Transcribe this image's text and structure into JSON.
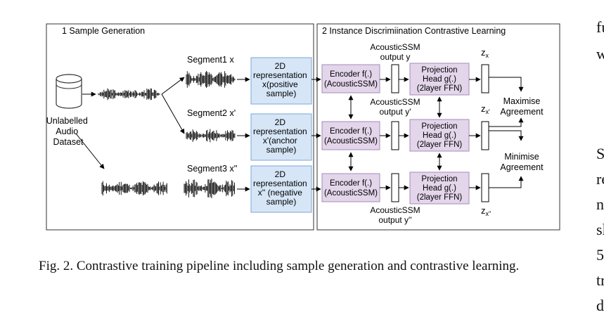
{
  "panels": {
    "left_title": "1 Sample Generation",
    "right_title": "2 Instance Discrimiination Contrastive Learning"
  },
  "dataset": {
    "lines": [
      "Unlabelled",
      "Audio",
      "Dataset"
    ]
  },
  "segments": [
    {
      "label": "Segment1  x",
      "repr": [
        "2D",
        "representation",
        "x(positive",
        "sample)"
      ]
    },
    {
      "label": "Segment2 x'",
      "repr": [
        "2D",
        "representation",
        "x'(anchor",
        "sample)"
      ]
    },
    {
      "label": "Segment3 x''",
      "repr": [
        "2D",
        "representation",
        "x'' (negative",
        "sample)"
      ]
    }
  ],
  "encoder": [
    "Encoder f(.)",
    "(AcousticSSM)"
  ],
  "projection": [
    "Projection",
    "Head g(.)",
    "(2layer FFN)"
  ],
  "outputs": {
    "y": [
      "AcousticSSM",
      "output y"
    ],
    "y_prime": [
      "AcousticSSM",
      "output y'"
    ],
    "y_dprime": [
      "AcousticSSM",
      "output y''"
    ]
  },
  "z_labels": [
    "z",
    "x"
  ],
  "z_prime_sub": "x'",
  "z_dprime_sub": "x''",
  "maximise": [
    "Maximise",
    "Agreement"
  ],
  "minimise": [
    "Minimise",
    "Agreement"
  ],
  "caption": "Fig. 2.  Contrastive training pipeline including sample generation and contrastive learning.",
  "side_text": [
    "fu",
    "w",
    "S",
    "re",
    "n",
    "sl",
    "5",
    "tr",
    "d"
  ],
  "colors": {
    "repr_fill": "#d6e6f7",
    "repr_stroke": "#7ea6d4",
    "module_fill": "#e3d5ea",
    "module_stroke": "#a58bb6",
    "line": "#000000"
  }
}
